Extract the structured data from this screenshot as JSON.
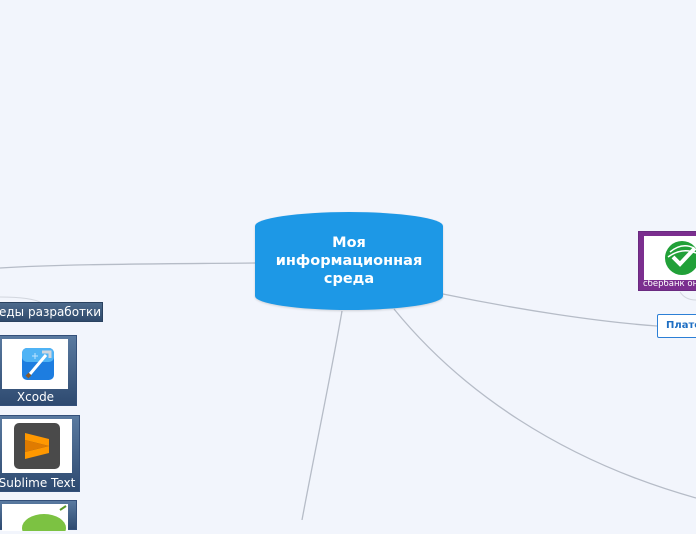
{
  "central": {
    "label": "Моя информационная среда"
  },
  "topics": {
    "ide": {
      "label": "еды разработки"
    },
    "xcode": {
      "label": "Xcode"
    },
    "sublime": {
      "label": "Sublime Text"
    },
    "sberbank": {
      "label": "сбербанк он"
    },
    "payments": {
      "label": "Плате"
    }
  },
  "colors": {
    "background": "#f2f5fc",
    "central_fill": "#1d98e6",
    "topic_fill": "#3c5878",
    "sber_purple": "#7b2e8f",
    "sber_green": "#21a038",
    "link_line": "#b6bcc7"
  }
}
